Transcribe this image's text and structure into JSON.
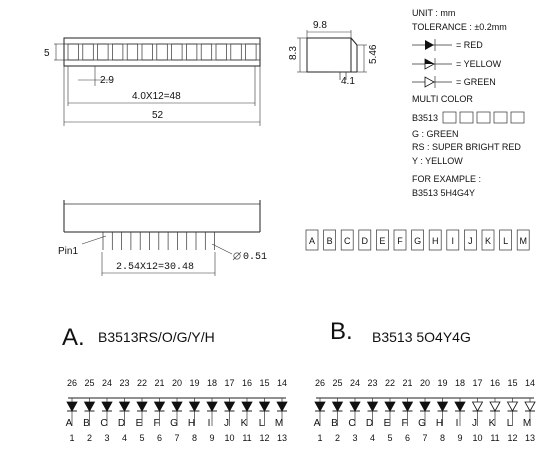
{
  "dims": {
    "h5": "5",
    "d29": "2.9",
    "span48": "4.0X12=48",
    "width52": "52",
    "w98": "9.8",
    "h83": "8.3",
    "h546": "5.46",
    "w41": "4.1",
    "pitch": "2.54X12=30.48",
    "pin_dia": "0.51",
    "pin1": "Pin1"
  },
  "notes": {
    "unit": "UNIT : mm",
    "tolerance": "TOLERANCE : ±0.2mm",
    "red": "= RED",
    "yellow": "= YELLOW",
    "green": "= GREEN",
    "multi": "MULTI COLOR",
    "part": "B3513",
    "g": "G : GREEN",
    "rs": "RS : SUPER BRIGHT RED",
    "y": "Y : YELLOW",
    "example": "FOR EXAMPLE :",
    "example_code": "B3513  5H4G4Y"
  },
  "segments": [
    "A",
    "B",
    "C",
    "D",
    "E",
    "F",
    "G",
    "H",
    "I",
    "J",
    "K",
    "L",
    "M"
  ],
  "variant_a": {
    "letter": "A.",
    "title": "B3513RS/O/G/Y/H",
    "filled": 13
  },
  "variant_b": {
    "letter": "B.",
    "title": "B3513  5O4Y4G",
    "filled": 9
  },
  "top_pins": [
    "26",
    "25",
    "24",
    "23",
    "22",
    "21",
    "20",
    "19",
    "18",
    "17",
    "16",
    "15",
    "14"
  ],
  "bottom_pins": [
    "1",
    "2",
    "3",
    "4",
    "5",
    "6",
    "7",
    "8",
    "9",
    "10",
    "11",
    "12",
    "13"
  ]
}
